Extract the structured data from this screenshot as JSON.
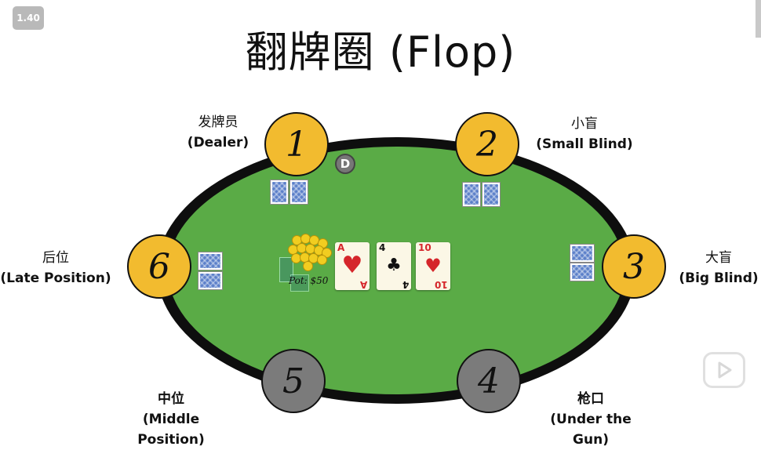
{
  "version_badge": "1.40",
  "title": "翻牌圈 (Flop)",
  "seats": [
    {
      "number": "1",
      "zh": "发牌员",
      "en": "(Dealer)"
    },
    {
      "number": "2",
      "zh": "小盲",
      "en": "(Small Blind)"
    },
    {
      "number": "3",
      "zh": "大盲",
      "en": "(Big Blind)"
    },
    {
      "number": "4",
      "zh": "枪口",
      "en": "(Under the Gun)"
    },
    {
      "number": "5",
      "zh": "中位",
      "en": "(Middle Position)"
    },
    {
      "number": "6",
      "zh": "后位",
      "en": "(Late Position)"
    }
  ],
  "dealer_button": "D",
  "pot": "Pot: $50",
  "flop": [
    {
      "rank": "A",
      "suit": "♥",
      "color": "red"
    },
    {
      "rank": "4",
      "suit": "♣",
      "color": "black"
    },
    {
      "rank": "10",
      "suit": "♥",
      "color": "red"
    }
  ],
  "colors": {
    "felt": "#5aab46",
    "rail": "#0e0e0e",
    "active_seat": "#f2bb2f",
    "folded_seat": "#7b7b7b"
  }
}
